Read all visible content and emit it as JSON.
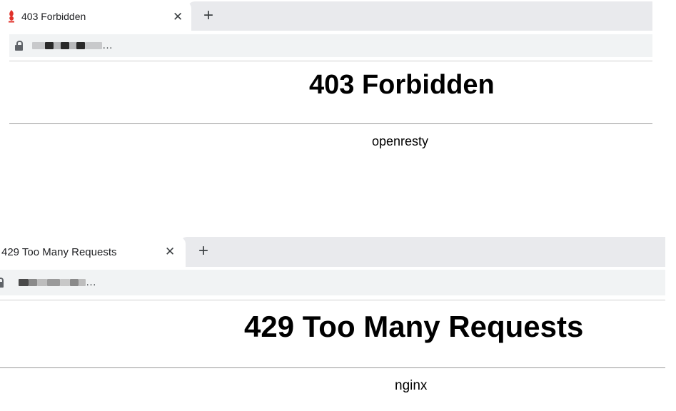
{
  "window1": {
    "tab": {
      "title": "403 Forbidden",
      "close_glyph": "✕"
    },
    "new_tab_glyph": "+",
    "address": {
      "text": "…",
      "icon": "lock-icon"
    },
    "page": {
      "heading": "403 Forbidden",
      "server": "openresty"
    }
  },
  "window2": {
    "tab": {
      "title": "429 Too Many Requests",
      "close_glyph": "✕"
    },
    "new_tab_glyph": "+",
    "address": {
      "text": "…",
      "icon": "lock-icon"
    },
    "page": {
      "heading": "429 Too Many Requests",
      "server": "nginx"
    }
  },
  "colors": {
    "tabstrip": "#e9eaed",
    "omnibox": "#f1f3f4",
    "favicon_red": "#e0322b"
  }
}
